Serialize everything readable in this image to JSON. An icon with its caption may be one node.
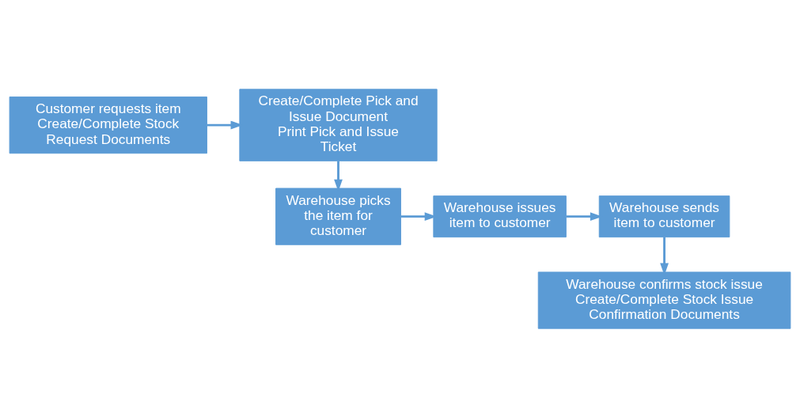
{
  "diagram": {
    "nodes": [
      {
        "text": [
          "Customer requests item",
          "Create/Complete Stock Request Documents"
        ]
      },
      {
        "text": [
          "Create/Complete Pick and Issue Document",
          "Print Pick and Issue Ticket"
        ]
      },
      {
        "text": [
          "Warehouse picks the item for customer"
        ]
      },
      {
        "text": [
          "Warehouse issues item to customer"
        ]
      },
      {
        "text": [
          "Warehouse sends item to customer"
        ]
      },
      {
        "text": [
          "Warehouse confirms stock issue",
          "Create/Complete Stock Issue Confirmation Documents"
        ]
      }
    ],
    "edges": [
      {
        "from": 0,
        "to": 1,
        "arrow": "to"
      },
      {
        "from": 1,
        "to": 2,
        "arrow": "to"
      },
      {
        "from": 2,
        "to": 3,
        "arrow": "to"
      },
      {
        "from": 3,
        "to": 4,
        "arrow": "to"
      },
      {
        "from": 4,
        "to": 5,
        "arrow": "to"
      }
    ]
  }
}
